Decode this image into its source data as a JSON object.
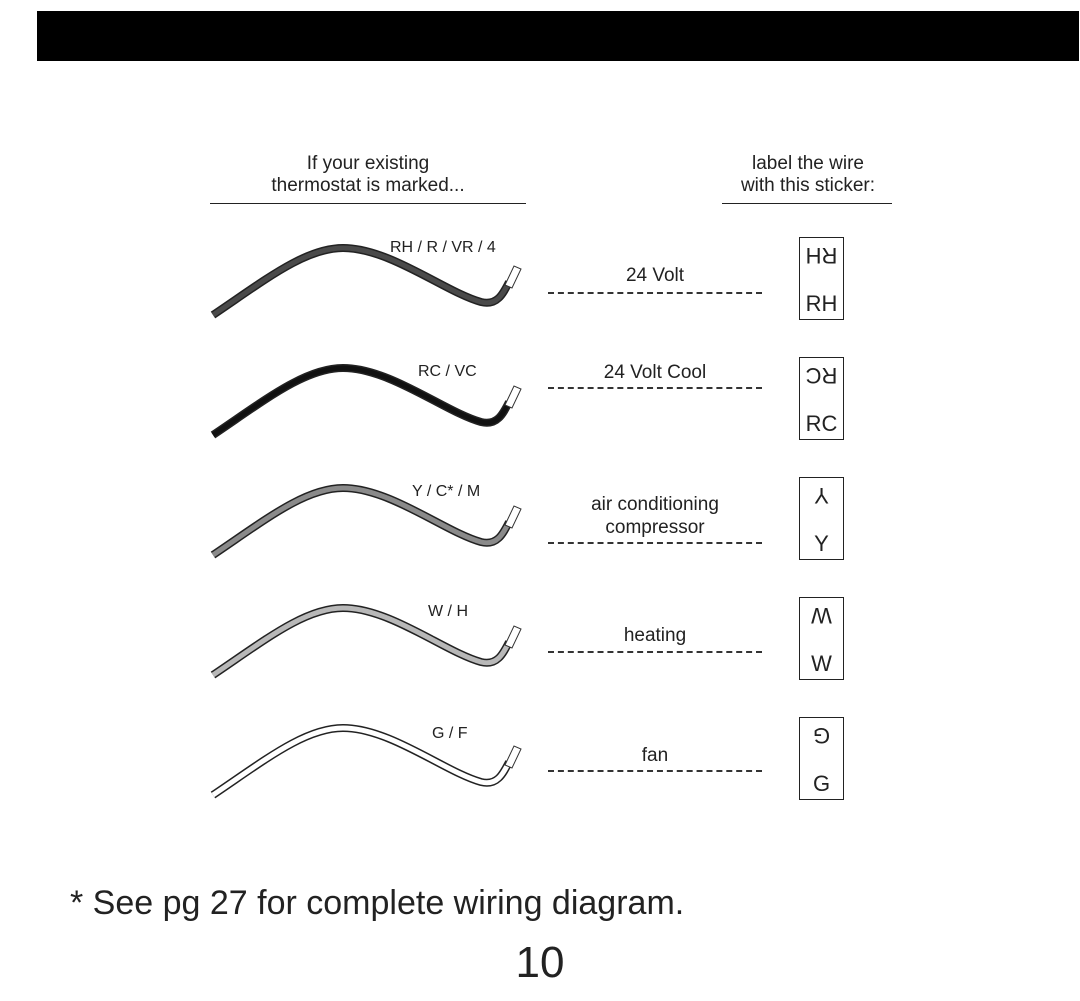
{
  "header": {
    "left_lines": [
      "If your existing",
      "thermostat is marked..."
    ],
    "right_lines": [
      "label the wire",
      "with this sticker:"
    ]
  },
  "rows": [
    {
      "code": "RH / R / VR / 4",
      "desc": [
        "24 Volt"
      ],
      "sticker": "RH",
      "wire_color": "#4a4a4a"
    },
    {
      "code": "RC / VC",
      "desc": [
        "24 Volt Cool"
      ],
      "sticker": "RC",
      "wire_color": "#111111"
    },
    {
      "code": "Y / C* / M",
      "desc": [
        "air conditioning",
        "compressor"
      ],
      "sticker": "Y",
      "wire_color": "#8a8a8a"
    },
    {
      "code": "W / H",
      "desc": [
        "heating"
      ],
      "sticker": "W",
      "wire_color": "#b8b8b8"
    },
    {
      "code": "G / F",
      "desc": [
        "fan"
      ],
      "sticker": "G",
      "wire_color": "#ffffff"
    }
  ],
  "footnote": "* See pg 27 for complete wiring diagram.",
  "page_number": "10"
}
